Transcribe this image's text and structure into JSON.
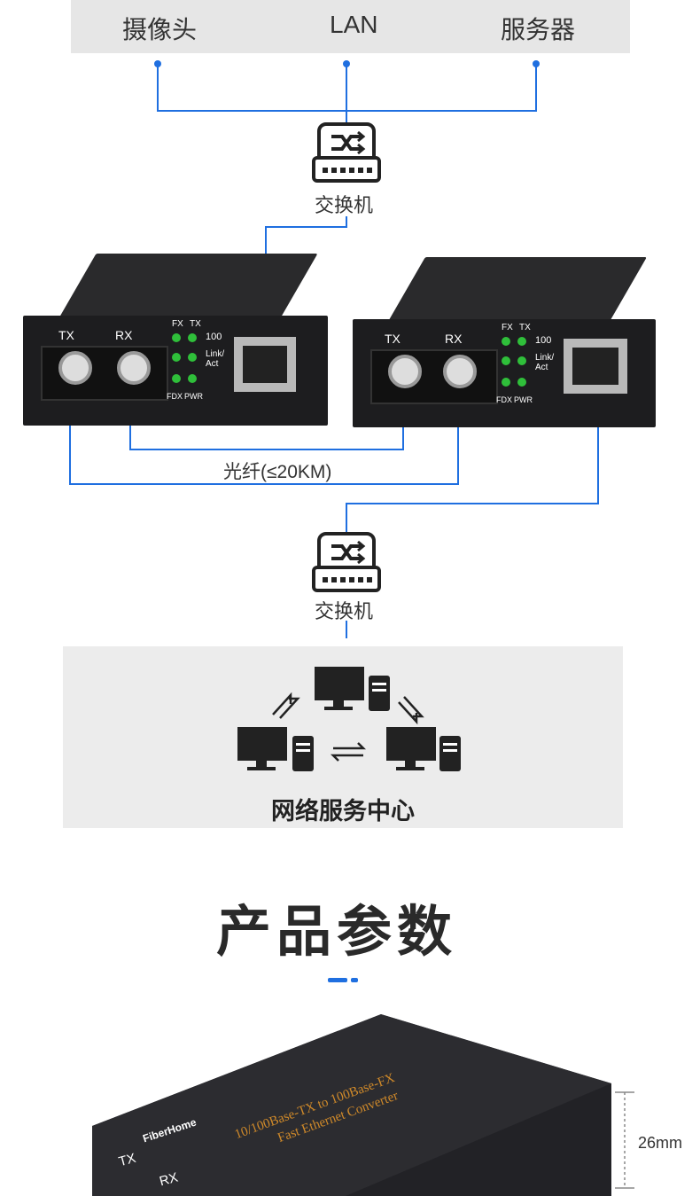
{
  "top": {
    "labels": [
      "摄像头",
      "LAN",
      "服务器"
    ]
  },
  "switch_label_1": "交换机",
  "switch_label_2": "交换机",
  "fiber_label": "光纤(≤20KM)",
  "device": {
    "tx": "TX",
    "rx": "RX",
    "fx": "FX",
    "tx_led": "TX",
    "speed": "100",
    "link_act": "Link/\nAct",
    "fdx": "FDX",
    "pwr": "PWR"
  },
  "network_center": "网络服务中心",
  "section_title": "产品参数",
  "product": {
    "brand": "FiberHome",
    "model_line1": "10/100Base-TX to 100Base-FX",
    "model_line2": "Fast Ethernet Converter",
    "tx": "TX",
    "rx": "RX",
    "height": "26mm"
  },
  "colors": {
    "accent": "#1f6fe0",
    "device": "#1d1d1f",
    "led": "#2fbf3a",
    "gold": "#d08a2a"
  }
}
